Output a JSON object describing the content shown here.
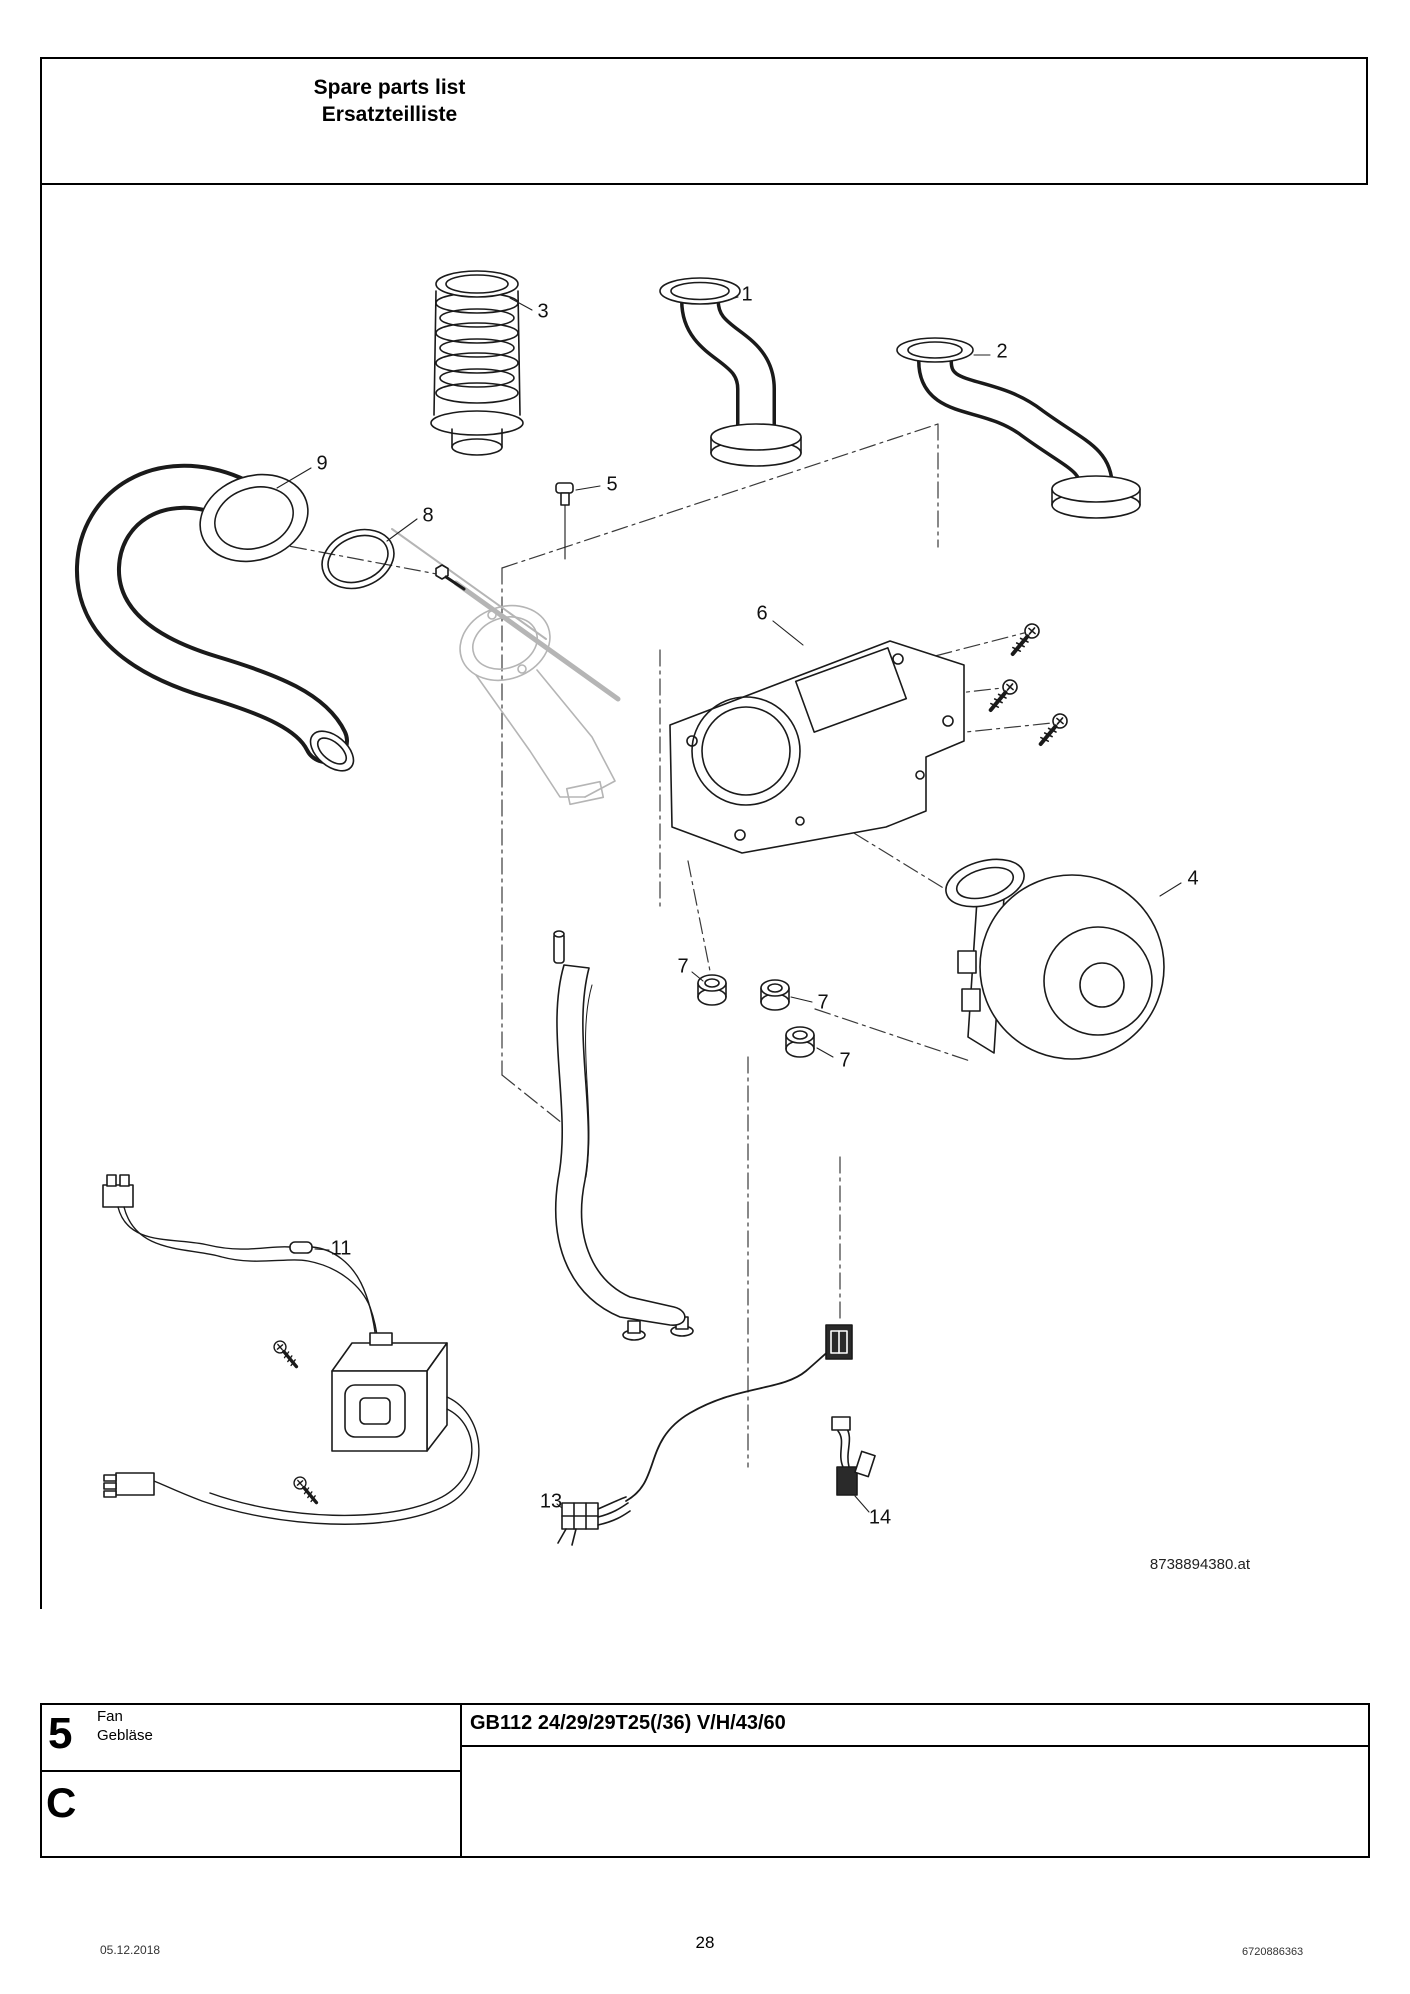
{
  "header": {
    "title_line1": "Spare parts list",
    "title_line2": "Ersatzteilliste"
  },
  "drawing": {
    "number_label": "8738894380.at",
    "callouts": [
      {
        "label": "3"
      },
      {
        "label": "1"
      },
      {
        "label": "2"
      },
      {
        "label": "9"
      },
      {
        "label": "8"
      },
      {
        "label": "5"
      },
      {
        "label": "6"
      },
      {
        "label": "4"
      },
      {
        "label": "7"
      },
      {
        "label": "7"
      },
      {
        "label": "7"
      },
      {
        "label": "11"
      },
      {
        "label": "13"
      },
      {
        "label": "14"
      }
    ]
  },
  "parts_table": {
    "section_number": "5",
    "section_letter": "C",
    "component_name_en": "Fan",
    "component_name_de": "Gebläse",
    "models": "GB112 24/29/29T25(/36) V/H/43/60"
  },
  "page_footer": {
    "date": "05.12.2018",
    "page_number": "28",
    "document_number": "6720886363"
  }
}
